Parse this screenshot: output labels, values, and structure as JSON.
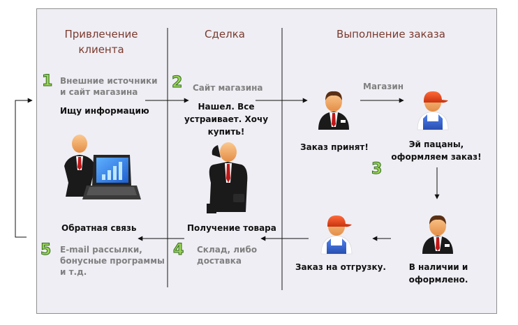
{
  "columns": {
    "col1": {
      "line1": "Привлечение",
      "line2": "клиента"
    },
    "col2": "Сделка",
    "col3": "Выполнение заказа"
  },
  "steps": {
    "n1": "1",
    "n2": "2",
    "n3": "3",
    "n4": "4",
    "n5": "5"
  },
  "col1_texts": {
    "source_line1": "Внешние источники",
    "source_line2": "и сайт магазина",
    "looking": "Ищу информацию",
    "feedback": "Обратная связь",
    "email_line1": "E-mail рассылки,",
    "email_line2": "бонусные программы",
    "email_line3": "и т.д."
  },
  "col2_texts": {
    "site": "Сайт магазина",
    "found_line1": "Нашел. Все",
    "found_line2": "устраивает. Хочу",
    "found_line3": "купить!",
    "received": "Получение товара",
    "warehouse_line1": "Склад, либо",
    "warehouse_line2": "доставка"
  },
  "col3_texts": {
    "shop": "Магазин",
    "order_accepted": "Заказ принят!",
    "workers_line1": "Эй пацаны,",
    "workers_line2": "оформляем заказ!",
    "in_stock_line1": "В наличии и",
    "in_stock_line2": "оформлено.",
    "shipment": "Заказ на отгрузку."
  },
  "colors": {
    "header": "#7a3a2e",
    "number_fill": "#9bd35a",
    "number_stroke": "#2f6b18",
    "worker_shirt": "#3b6ad6",
    "worker_cap": "#e84a1a",
    "suit": "#1a1a1a",
    "skin": "#f3a868",
    "tie": "#c01818"
  },
  "icons": [
    "manager-icon",
    "worker-icon",
    "laptop-icon",
    "phone-caller-icon",
    "arrow-icon"
  ]
}
